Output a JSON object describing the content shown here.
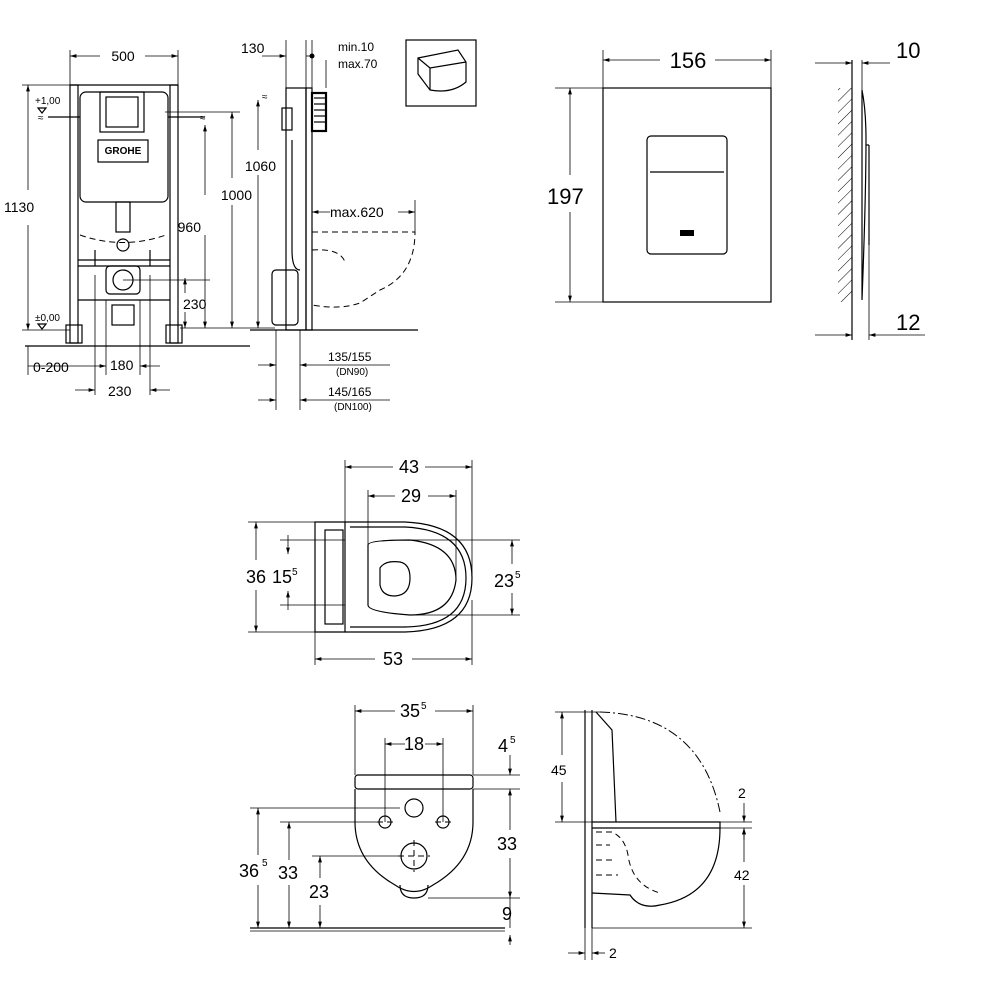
{
  "installation": {
    "dims": {
      "width": "500",
      "depth": "130",
      "min": "min.10",
      "max": "max.70",
      "height_total": "1130",
      "h1060": "1060",
      "h1000": "1000",
      "h960": "960",
      "h230": "230",
      "max620": "max.620",
      "plus100": "+1,00",
      "pm000": "±0,00",
      "range0_200": "0-200",
      "w180": "180",
      "w230": "230",
      "dn90_val": "135/155",
      "dn90": "(DN90)",
      "dn100_val": "145/165",
      "dn100": "(DN100)"
    },
    "logo": "GROHE"
  },
  "plate": {
    "width": "156",
    "height": "197",
    "depth_top": "10",
    "depth_bottom": "12"
  },
  "bowl_top": {
    "w43": "43",
    "w29": "29",
    "w53": "53",
    "h36": "36",
    "h15": "15",
    "h15_sup": "5",
    "h23": "23",
    "h23_sup": "5"
  },
  "bowl_front": {
    "w35": "35",
    "w35_sup": "5",
    "w18": "18",
    "h4": "4",
    "h4_sup": "5",
    "h33_right": "33",
    "h9": "9",
    "h36": "36",
    "h36_sup": "5",
    "h33_left": "33",
    "h23": "23"
  },
  "bowl_side": {
    "h45": "45",
    "h2_top": "2",
    "h42": "42",
    "w2": "2"
  }
}
